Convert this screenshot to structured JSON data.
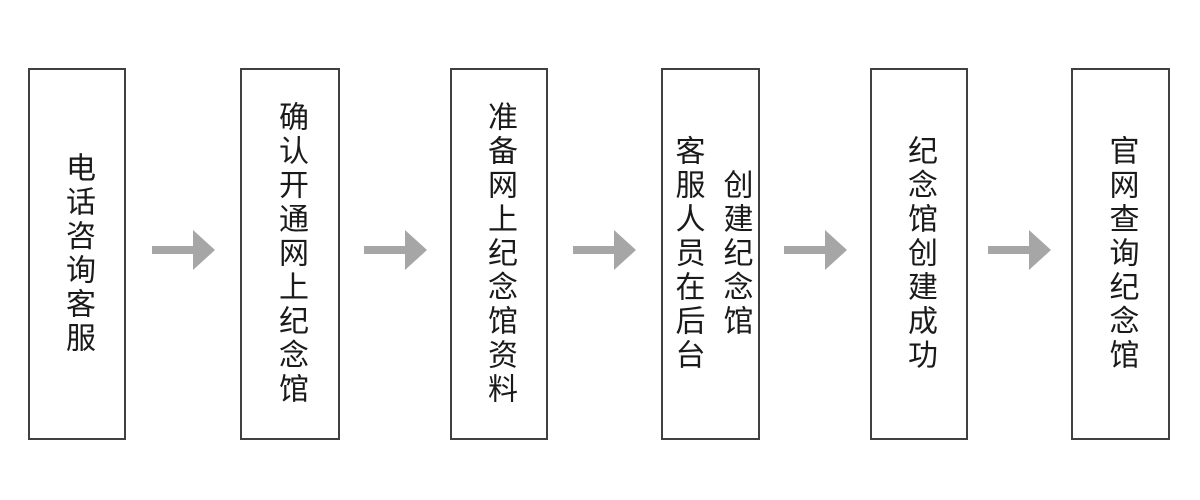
{
  "flowchart": {
    "title": "online-memorial-creation-process",
    "background_color": "#ffffff",
    "box_border_color": "#404040",
    "text_color": "#1a1a1a",
    "arrow_color": "#a6a6a6",
    "arrow_icon": "right-arrow",
    "steps": [
      {
        "index": 1,
        "label": "电话咨询客服"
      },
      {
        "index": 2,
        "label": "确认开通网上纪念馆"
      },
      {
        "index": 3,
        "label": "准备网上纪念馆资料"
      },
      {
        "index": 4,
        "label": "客服人员在后台\n创建纪念馆"
      },
      {
        "index": 5,
        "label": "纪念馆创建成功"
      },
      {
        "index": 6,
        "label": "官网查询纪念馆"
      }
    ]
  }
}
